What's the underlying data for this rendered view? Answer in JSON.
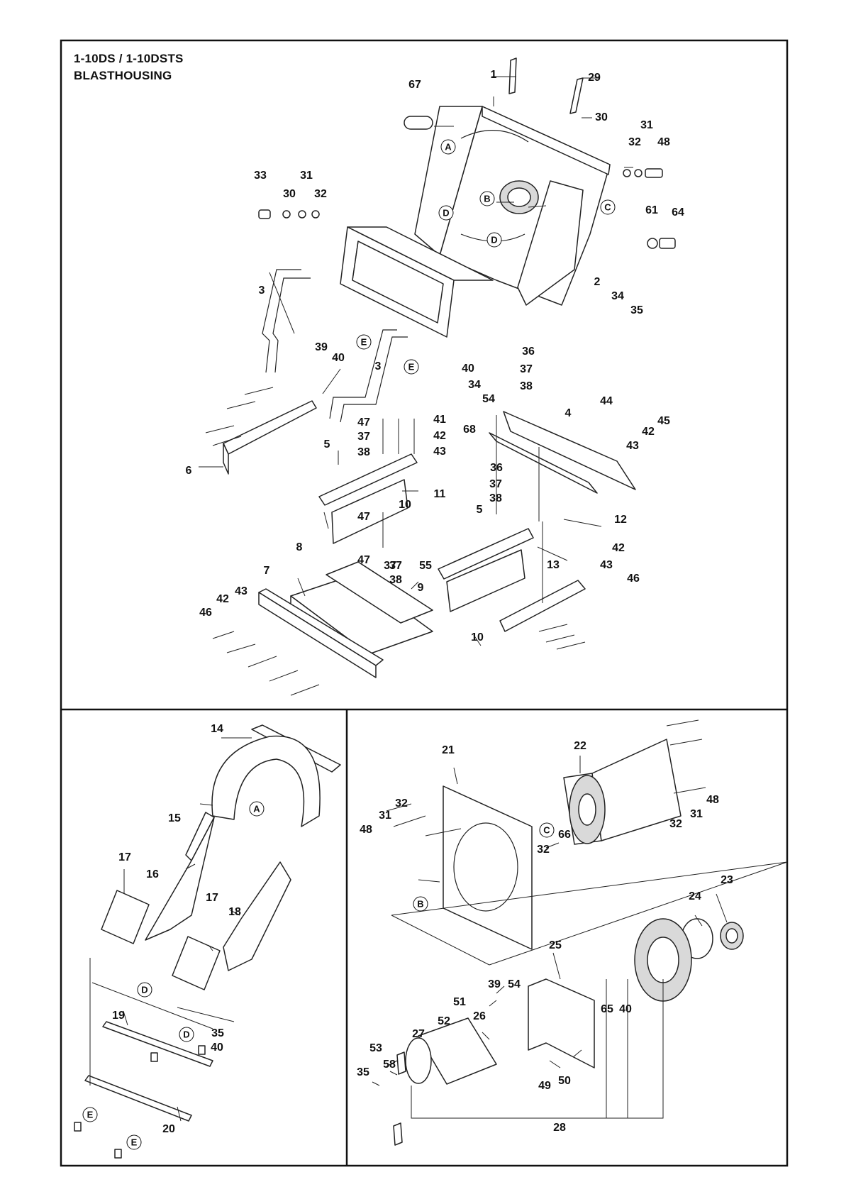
{
  "title": {
    "model": "1-10DS / 1-10DSTS",
    "name": "BLASTHOUSING"
  },
  "callouts": {
    "top": [
      "67",
      "1",
      "29",
      "30",
      "31",
      "32",
      "48",
      "33",
      "31",
      "30",
      "32",
      "61",
      "64",
      "3",
      "2",
      "34",
      "35",
      "39",
      "40",
      "3",
      "36",
      "37",
      "38",
      "40",
      "34",
      "54",
      "44",
      "47",
      "37",
      "38",
      "41",
      "42",
      "43",
      "68",
      "4",
      "45",
      "42",
      "43",
      "6",
      "5",
      "11",
      "36",
      "37",
      "38",
      "10",
      "5",
      "12",
      "47",
      "37",
      "8",
      "7",
      "47",
      "37",
      "38",
      "55",
      "13",
      "42",
      "43",
      "46",
      "9",
      "46",
      "42",
      "43",
      "10"
    ],
    "left": [
      "14",
      "15",
      "17",
      "16",
      "17",
      "18",
      "19",
      "35",
      "40",
      "20"
    ],
    "right": [
      "21",
      "22",
      "32",
      "31",
      "48",
      "48",
      "31",
      "32",
      "66",
      "32",
      "23",
      "24",
      "25",
      "39",
      "54",
      "51",
      "26",
      "52",
      "27",
      "53",
      "58",
      "35",
      "65",
      "40",
      "49",
      "50",
      "28"
    ]
  },
  "markers": {
    "top": [
      "A",
      "B",
      "C",
      "D",
      "D",
      "E",
      "E"
    ],
    "left": [
      "A",
      "D",
      "D",
      "E",
      "E"
    ],
    "right": [
      "C",
      "B"
    ]
  },
  "icons": [
    "parts-exploded-view",
    "reference-marker-circle"
  ]
}
